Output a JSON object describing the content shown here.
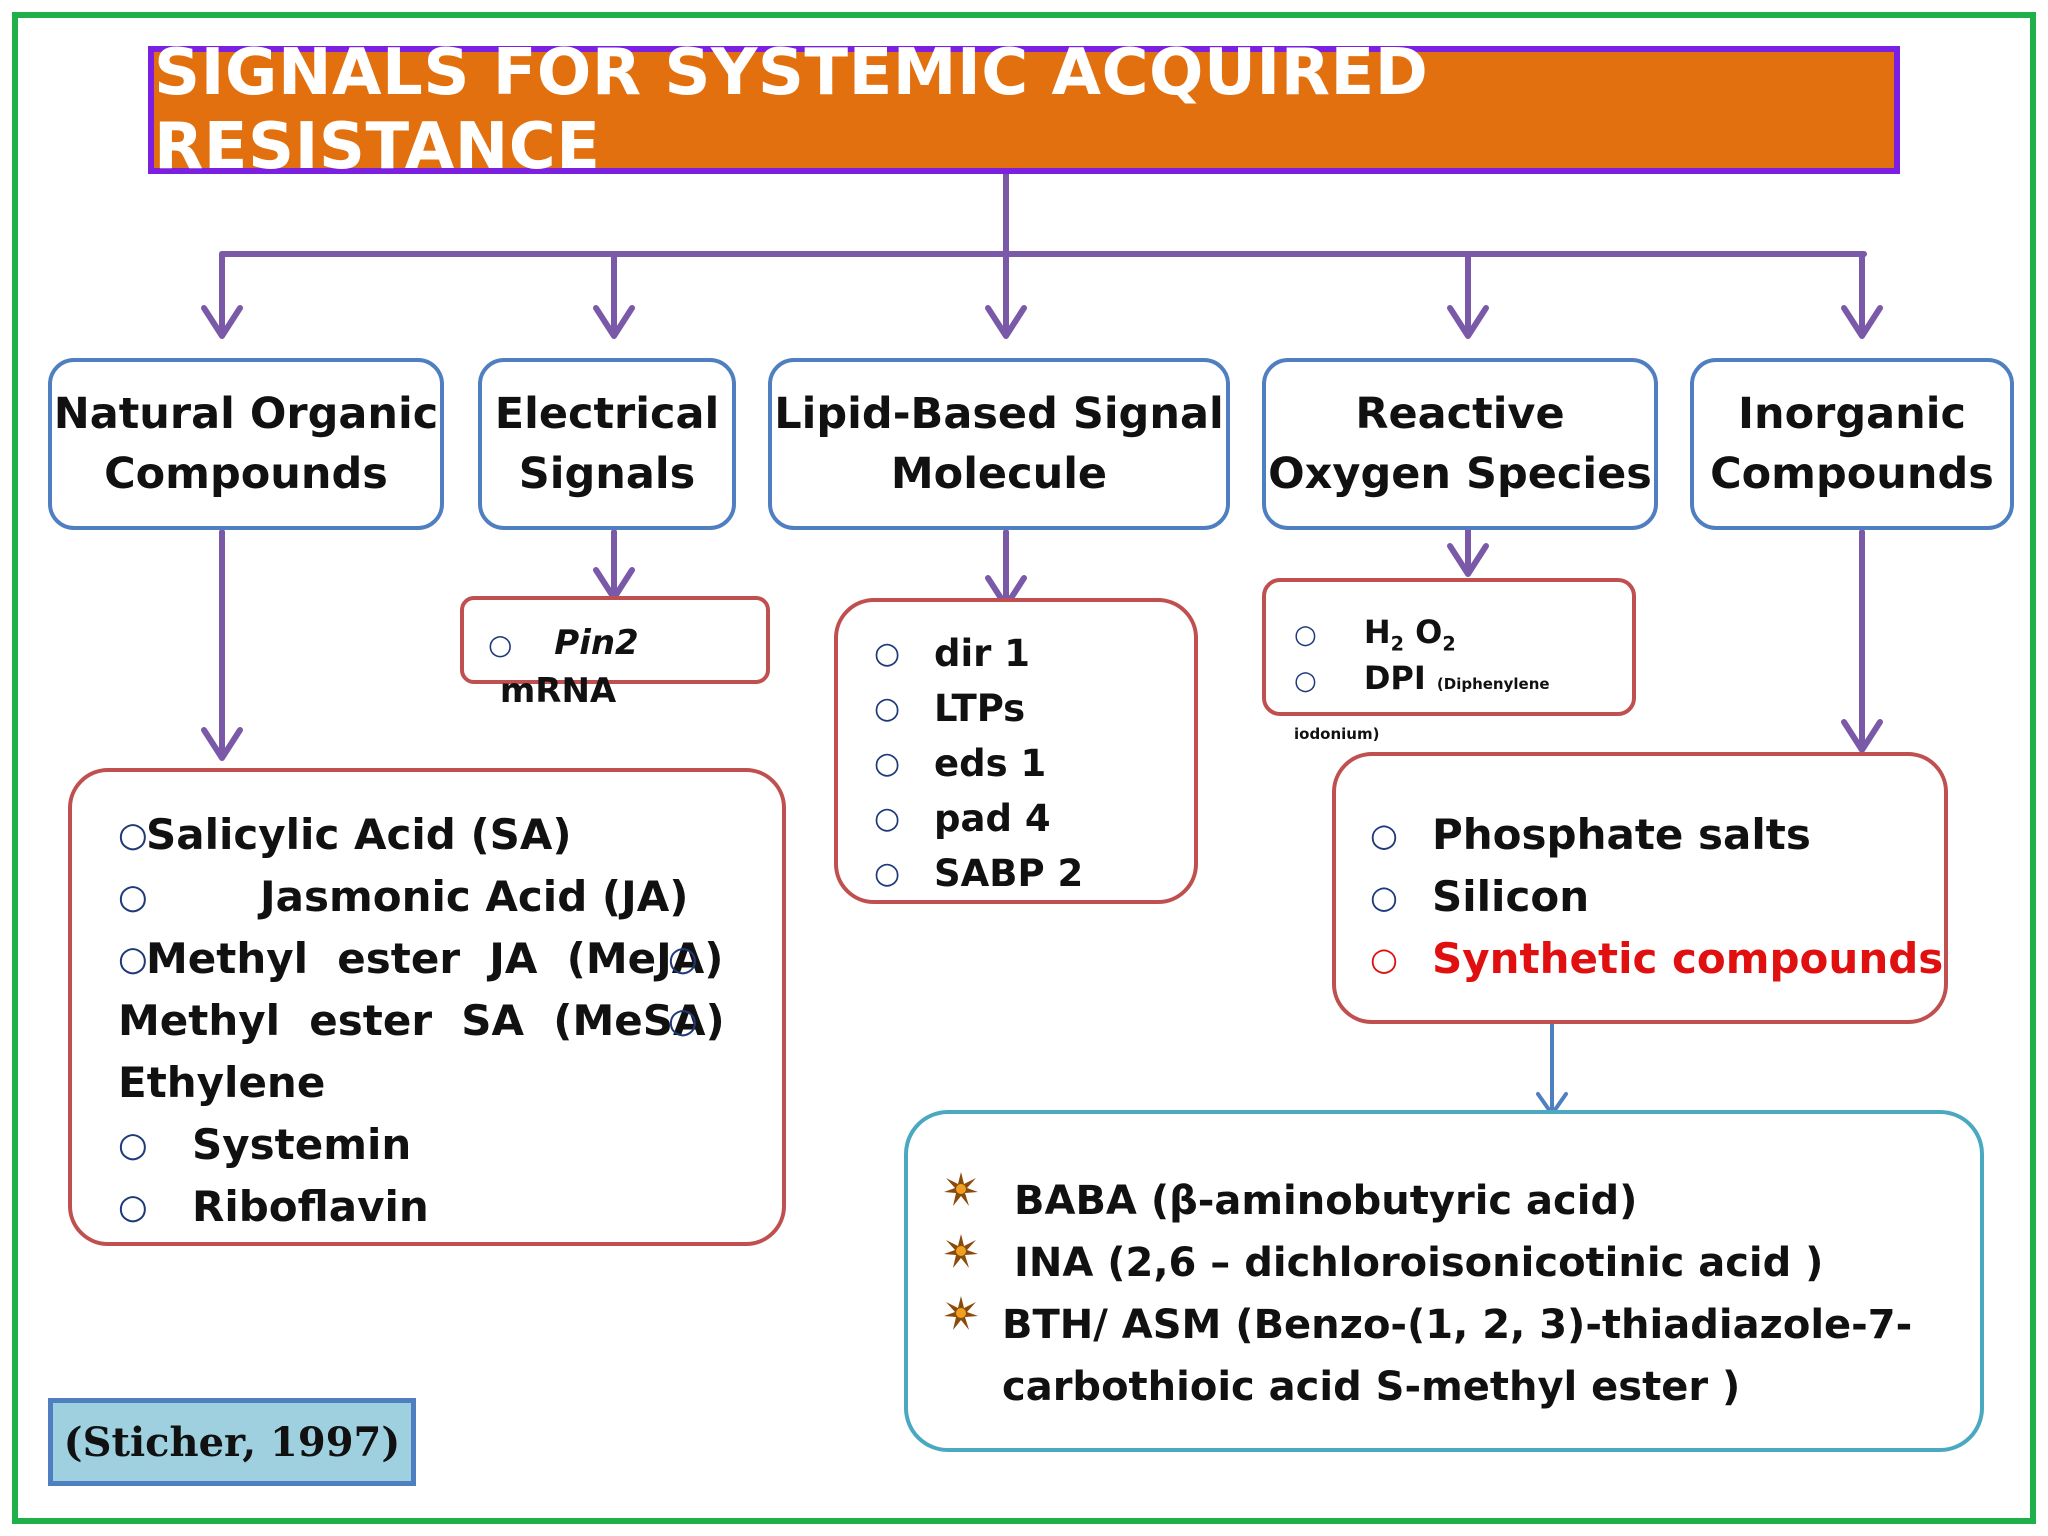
{
  "title": "SIGNALS FOR SYSTEMIC ACQUIRED RESISTANCE",
  "colors": {
    "title_bg": "#e3700e",
    "title_border": "#7b1fe0",
    "arrows": "#7a5aa8",
    "frame": "#1fb04a",
    "category_border": "#4f7fc0",
    "list_border": "#c05050",
    "highlight": "#e01010"
  },
  "categories": [
    {
      "line1": "Natural Organic",
      "line2": "Compounds"
    },
    {
      "line1": "Electrical",
      "line2": "Signals"
    },
    {
      "line1": "Lipid-Based Signal",
      "line2": "Molecule"
    },
    {
      "line1": "Reactive",
      "line2": "Oxygen Species"
    },
    {
      "line1": "Inorganic",
      "line2": "Compounds"
    }
  ],
  "natural": {
    "bullet": "○",
    "items": [
      "Salicylic Acid (SA)",
      "Jasmonic Acid (JA)",
      "Methyl  ester  JA  (MeJA)",
      "Methyl  ester  SA  (MeSA)",
      "Ethylene",
      "Systemin",
      "Riboflavin"
    ]
  },
  "electrical": {
    "bullet": "○",
    "gene": "Pin2",
    "rest": " mRNA"
  },
  "lipid": {
    "bullet": "○",
    "items": [
      "dir 1",
      "LTPs",
      "eds 1",
      "pad 4",
      "SABP 2"
    ]
  },
  "ros": {
    "bullet": "○",
    "h": "H",
    "two": "2",
    "o": " O",
    "dpi": "DPI",
    "dpi_note": "(Diphenylene iodonium)"
  },
  "inorganic": {
    "bullet": "○",
    "items": [
      "Phosphate salts",
      "Silicon",
      "Synthetic compounds"
    ]
  },
  "synthetic": {
    "items": [
      "BABA (β-aminobutyric acid)",
      "INA (2,6 – dichloroisonicotinic acid )",
      "BTH/ ASM (Benzo-(1, 2, 3)-thiadiazole-7-",
      "carbothioic acid S-methyl ester )"
    ]
  },
  "citation": "(Sticher, 1997)"
}
